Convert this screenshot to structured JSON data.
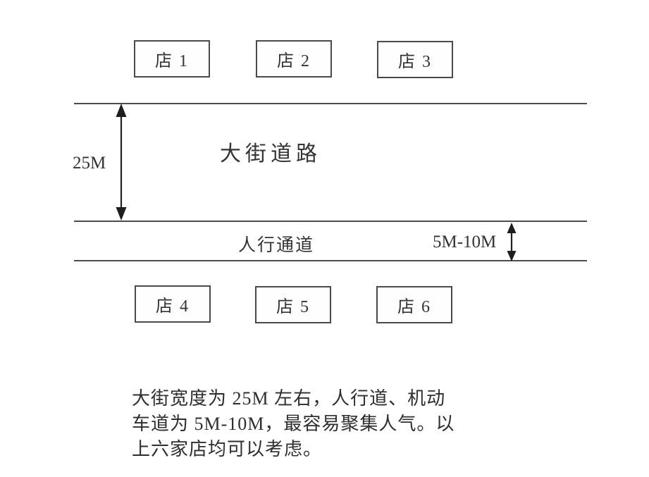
{
  "diagram": {
    "shops_top": [
      "店 1",
      "店 2",
      "店 3"
    ],
    "shops_bottom": [
      "店 4",
      "店 5",
      "店 6"
    ],
    "road_label": "大街道路",
    "road_width": "25M",
    "walkway_label": "人行通道",
    "walkway_width": "5M-10M"
  },
  "caption": {
    "lines": [
      "大街宽度为 25M 左右，人行道、机动",
      "车道为 5M-10M，最容易聚集人气。以",
      "上六家店均可以考虑。"
    ]
  },
  "colors": {
    "line": "#4d4d4d",
    "box_border": "#4a4a4a",
    "text": "#2f2f2f",
    "background": "#ffffff"
  }
}
